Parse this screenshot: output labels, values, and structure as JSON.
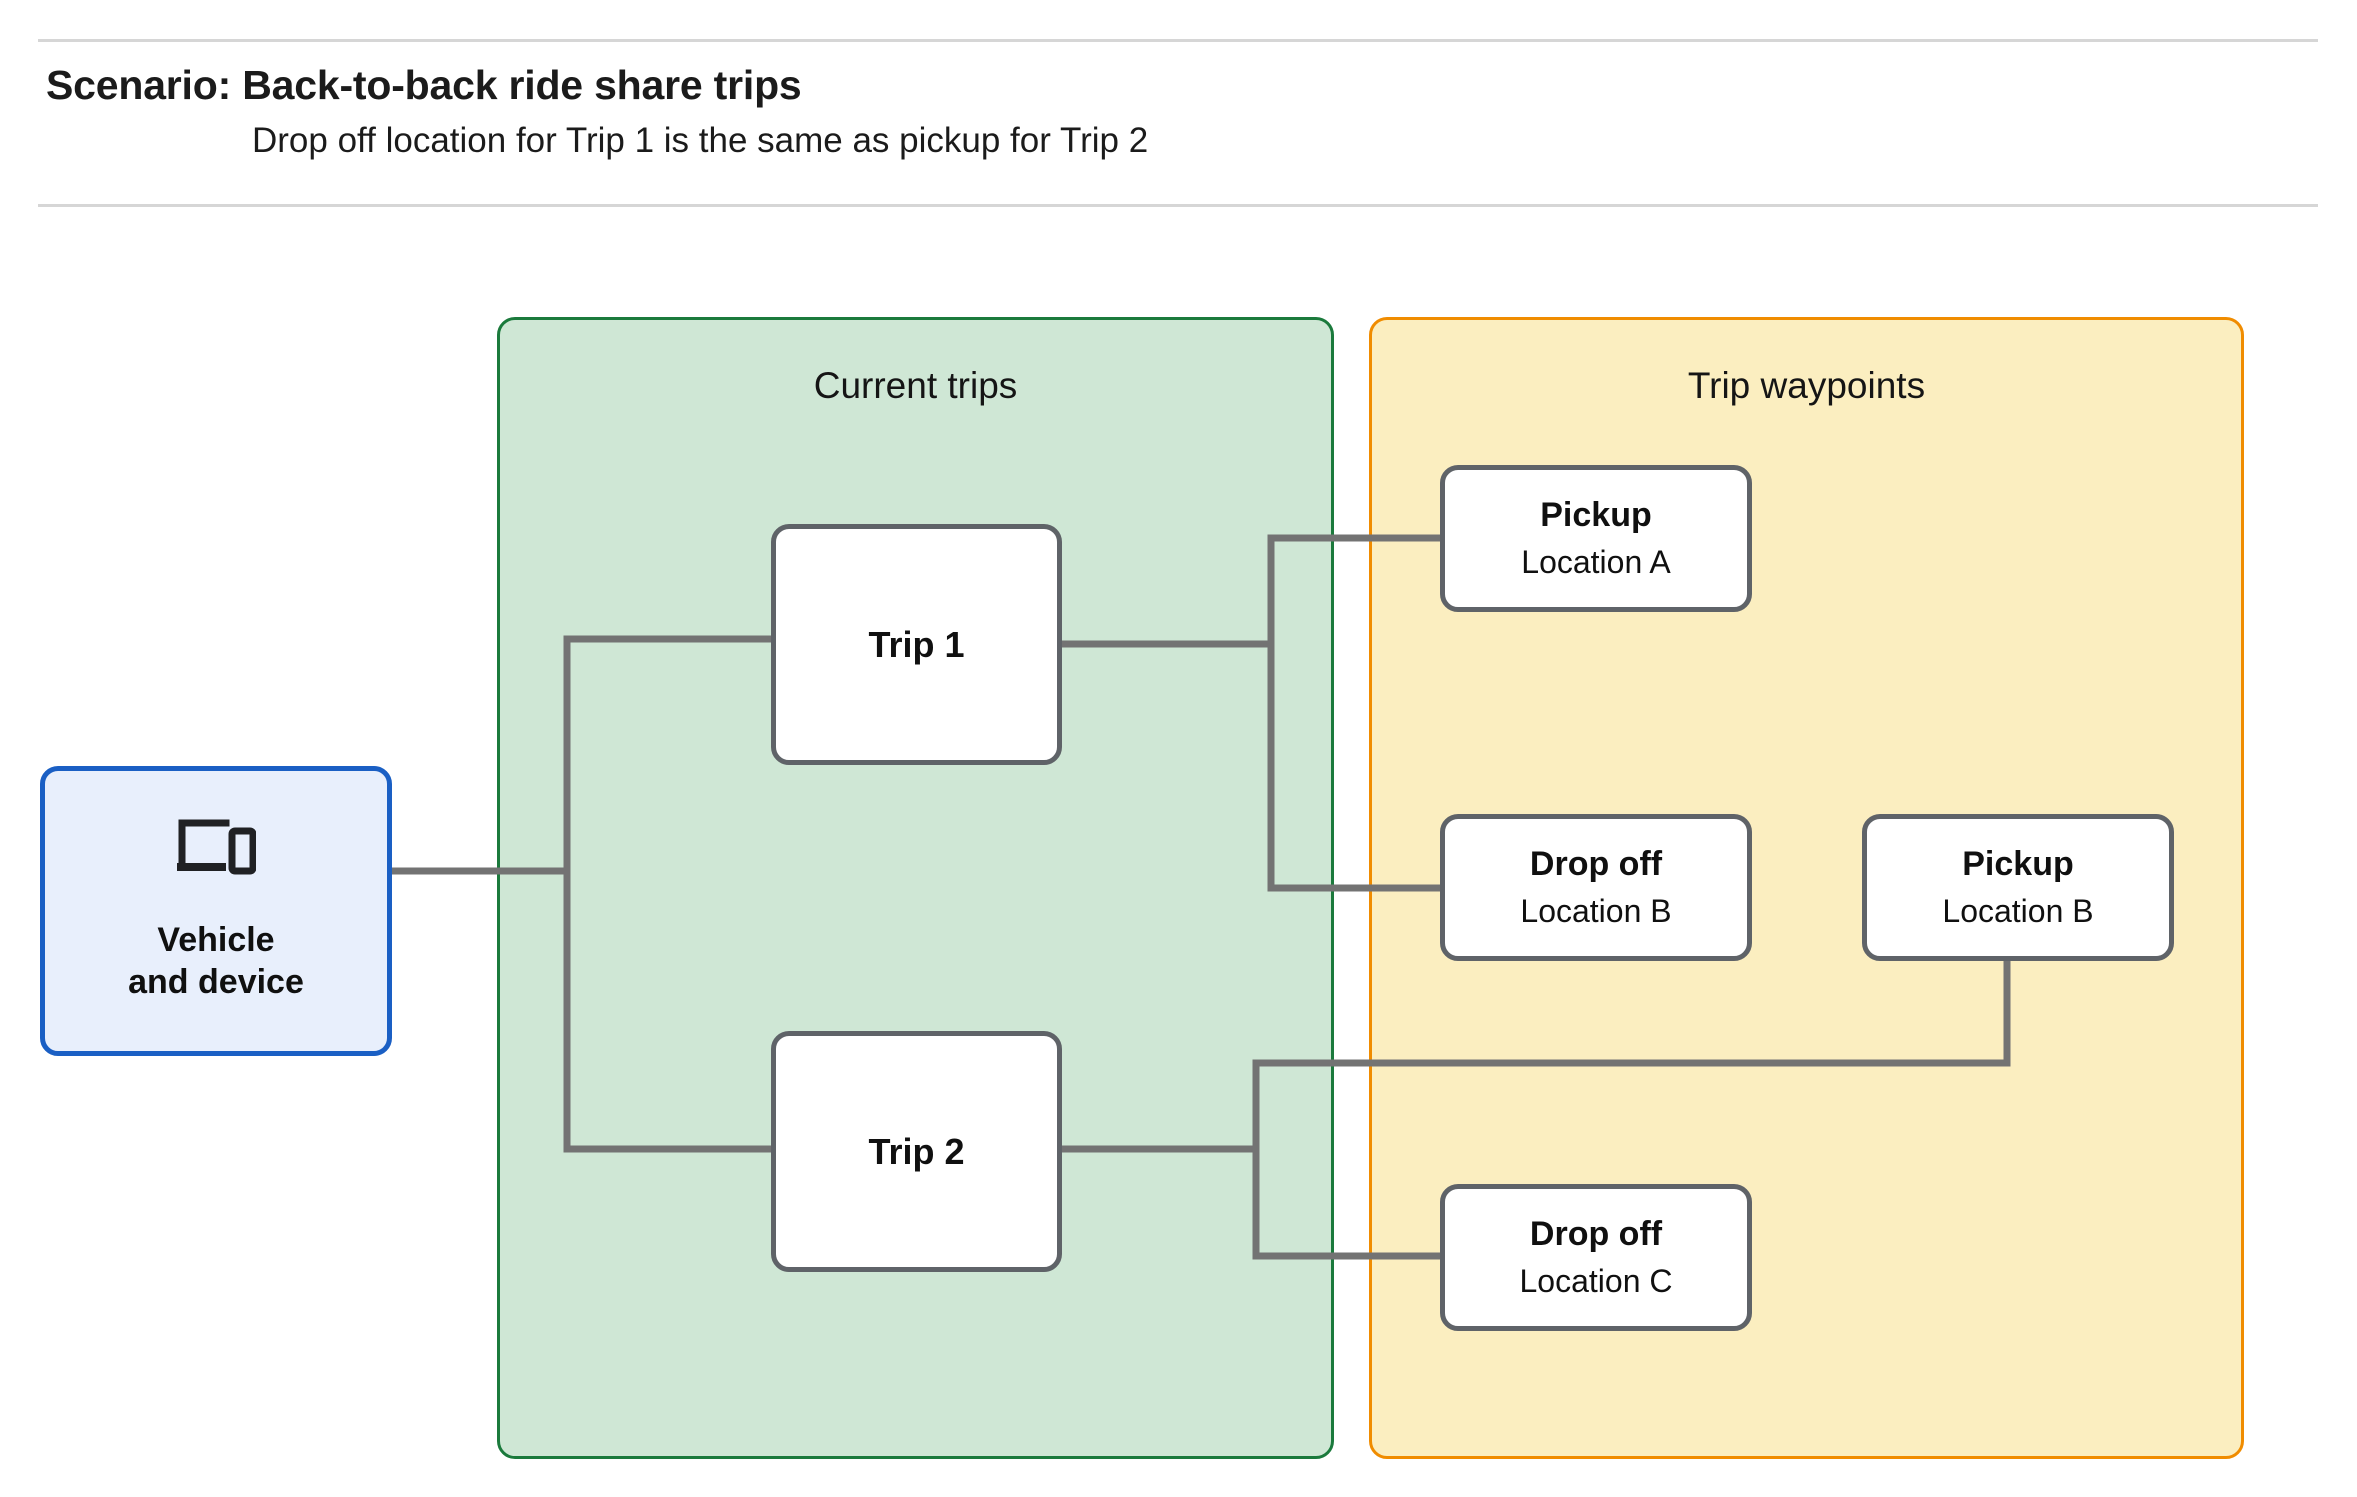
{
  "header": {
    "title": "Scenario: Back-to-back ride share trips",
    "subtitle": "Drop off  location for Trip 1 is the same as pickup for Trip 2"
  },
  "panels": {
    "current_trips": {
      "title": "Current trips",
      "fill": "#cfe7d5",
      "border": "#1b7a3c"
    },
    "trip_waypoints": {
      "title": "Trip waypoints",
      "fill": "#fbeec0",
      "border": "#f08c00"
    }
  },
  "vehicle_device": {
    "icon": "laptop-and-phone-icon",
    "label": "Vehicle\nand device",
    "fill": "#e8effc",
    "border": "#1a5fc4"
  },
  "trips": [
    {
      "label": "Trip 1"
    },
    {
      "label": "Trip 2"
    }
  ],
  "waypoints": [
    {
      "id": "pickup-a",
      "title": "Pickup",
      "location": "Location A"
    },
    {
      "id": "dropoff-b",
      "title": "Drop off",
      "location": "Location B"
    },
    {
      "id": "pickup-b",
      "title": "Pickup",
      "location": "Location B"
    },
    {
      "id": "dropoff-c",
      "title": "Drop off",
      "location": "Location C"
    }
  ],
  "connector_color": "#737373",
  "edges": [
    {
      "from": "vehicle-device",
      "to": "trip-1"
    },
    {
      "from": "vehicle-device",
      "to": "trip-2"
    },
    {
      "from": "trip-1",
      "to": "pickup-a"
    },
    {
      "from": "trip-1",
      "to": "dropoff-b"
    },
    {
      "from": "trip-2",
      "to": "pickup-b"
    },
    {
      "from": "trip-2",
      "to": "dropoff-c"
    }
  ]
}
